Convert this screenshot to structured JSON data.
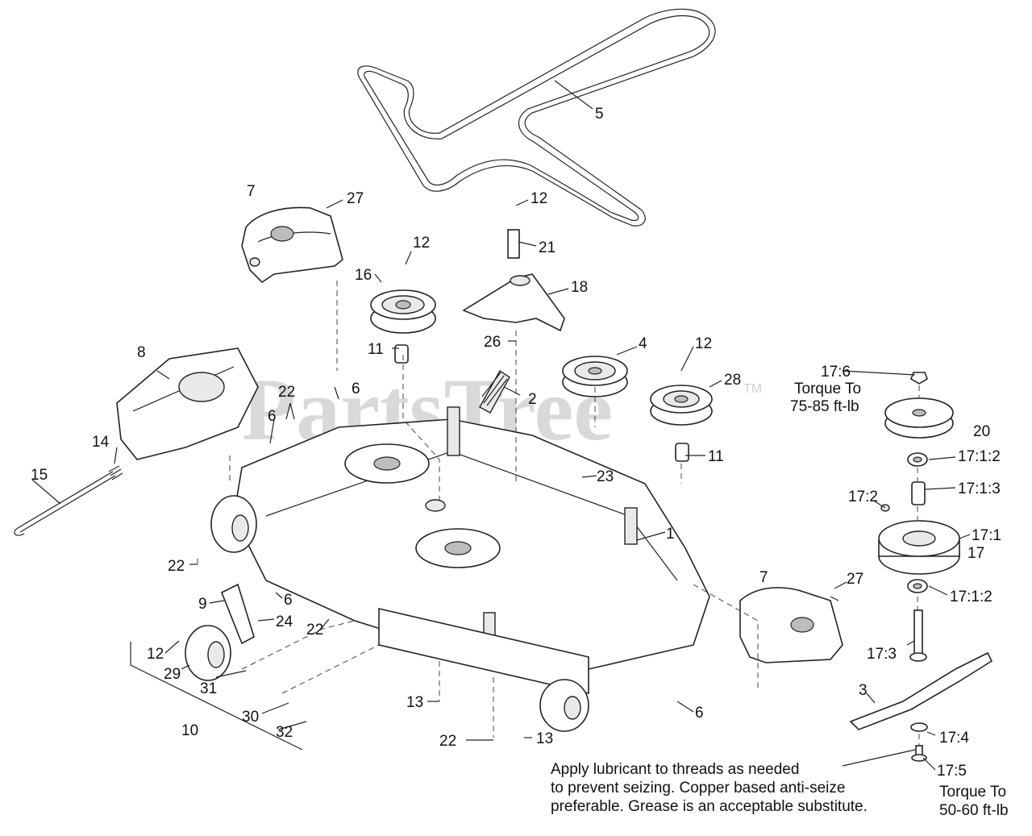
{
  "watermark": {
    "text": "PartsTree",
    "tm": "TM"
  },
  "callouts": [
    {
      "id": "c5",
      "text": "5"
    },
    {
      "id": "c7a",
      "text": "7"
    },
    {
      "id": "c27a",
      "text": "27"
    },
    {
      "id": "c12a",
      "text": "12"
    },
    {
      "id": "c21",
      "text": "21"
    },
    {
      "id": "c12b",
      "text": "12"
    },
    {
      "id": "c16",
      "text": "16"
    },
    {
      "id": "c18",
      "text": "18"
    },
    {
      "id": "c11a",
      "text": "11"
    },
    {
      "id": "c26",
      "text": "26"
    },
    {
      "id": "c4",
      "text": "4"
    },
    {
      "id": "c12c",
      "text": "12"
    },
    {
      "id": "c8",
      "text": "8"
    },
    {
      "id": "c2",
      "text": "2"
    },
    {
      "id": "c28",
      "text": "28"
    },
    {
      "id": "c22a",
      "text": "22"
    },
    {
      "id": "c6a",
      "text": "6"
    },
    {
      "id": "c6b",
      "text": "6"
    },
    {
      "id": "c14",
      "text": "14"
    },
    {
      "id": "c11b",
      "text": "11"
    },
    {
      "id": "c15",
      "text": "15"
    },
    {
      "id": "c23",
      "text": "23"
    },
    {
      "id": "c1",
      "text": "1"
    },
    {
      "id": "c22b",
      "text": "22"
    },
    {
      "id": "c9",
      "text": "9"
    },
    {
      "id": "c6c",
      "text": "6"
    },
    {
      "id": "c24",
      "text": "24"
    },
    {
      "id": "c22c",
      "text": "22"
    },
    {
      "id": "c12d",
      "text": "12"
    },
    {
      "id": "c29",
      "text": "29"
    },
    {
      "id": "c31",
      "text": "31"
    },
    {
      "id": "c7b",
      "text": "7"
    },
    {
      "id": "c27b",
      "text": "27"
    },
    {
      "id": "c13a",
      "text": "13"
    },
    {
      "id": "c6d",
      "text": "6"
    },
    {
      "id": "c30",
      "text": "30"
    },
    {
      "id": "c10",
      "text": "10"
    },
    {
      "id": "c32",
      "text": "32"
    },
    {
      "id": "c22d",
      "text": "22"
    },
    {
      "id": "c13b",
      "text": "13"
    },
    {
      "id": "c176",
      "text": "17:6"
    },
    {
      "id": "c20",
      "text": "20"
    },
    {
      "id": "c1712a",
      "text": "17:1:2"
    },
    {
      "id": "c1713",
      "text": "17:1:3"
    },
    {
      "id": "c172",
      "text": "17:2"
    },
    {
      "id": "c171",
      "text": "17:1"
    },
    {
      "id": "c17",
      "text": "17"
    },
    {
      "id": "c1712b",
      "text": "17:1:2"
    },
    {
      "id": "c173",
      "text": "17:3"
    },
    {
      "id": "c3",
      "text": "3"
    },
    {
      "id": "c174",
      "text": "17:4"
    },
    {
      "id": "c175",
      "text": "17:5"
    }
  ],
  "torque_upper": {
    "line1": "Torque To",
    "line2": "75-85 ft-lb"
  },
  "torque_lower": {
    "line1": "Torque To",
    "line2": "50-60 ft-lb"
  },
  "lube_note": {
    "line1": "Apply lubricant to threads as needed",
    "line2": "to prevent seizing. Copper based anti-seize",
    "line3": "preferable. Grease is an acceptable substitute."
  }
}
